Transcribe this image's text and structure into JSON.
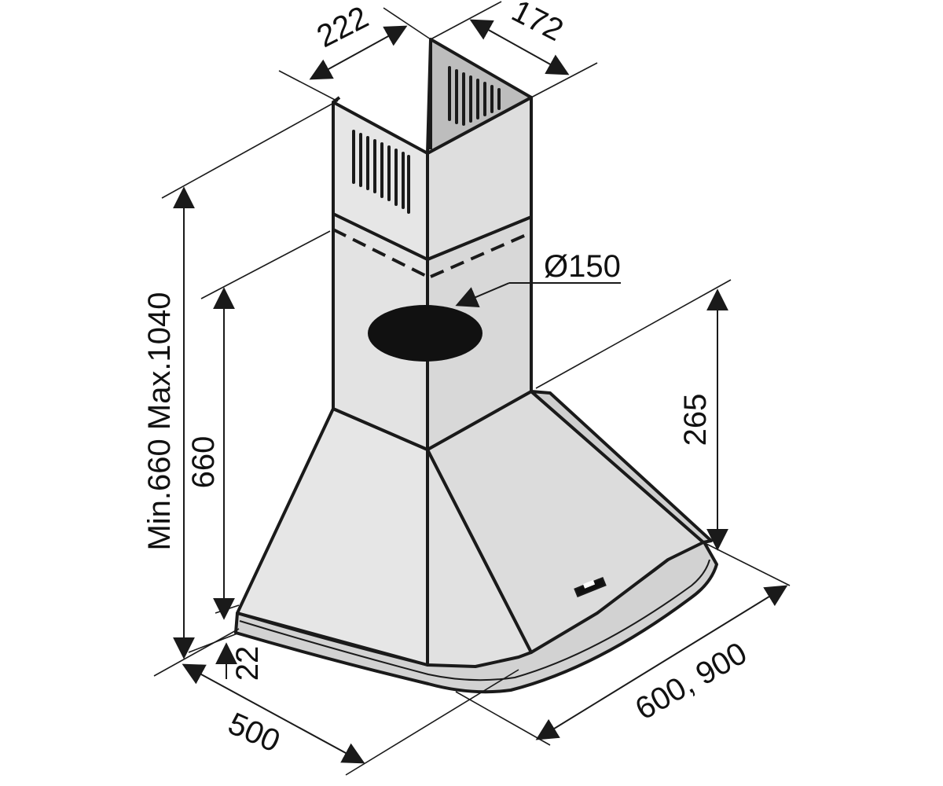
{
  "dimensions": {
    "chimney_width": "222",
    "chimney_depth": "172",
    "duct_diameter": "Ø150",
    "canopy_height": "265",
    "total_height": "Min.660 Max.1040",
    "lower_chimney_height": "660",
    "rim_height": "22",
    "hood_depth": "500",
    "hood_width": "600, 900"
  },
  "colors": {
    "outline": "#1a1a1a",
    "face_left": "#e6e6e6",
    "face_right": "#dcdcdc",
    "face_inner": "#bdbdbd",
    "duct_opening": "#111111"
  }
}
